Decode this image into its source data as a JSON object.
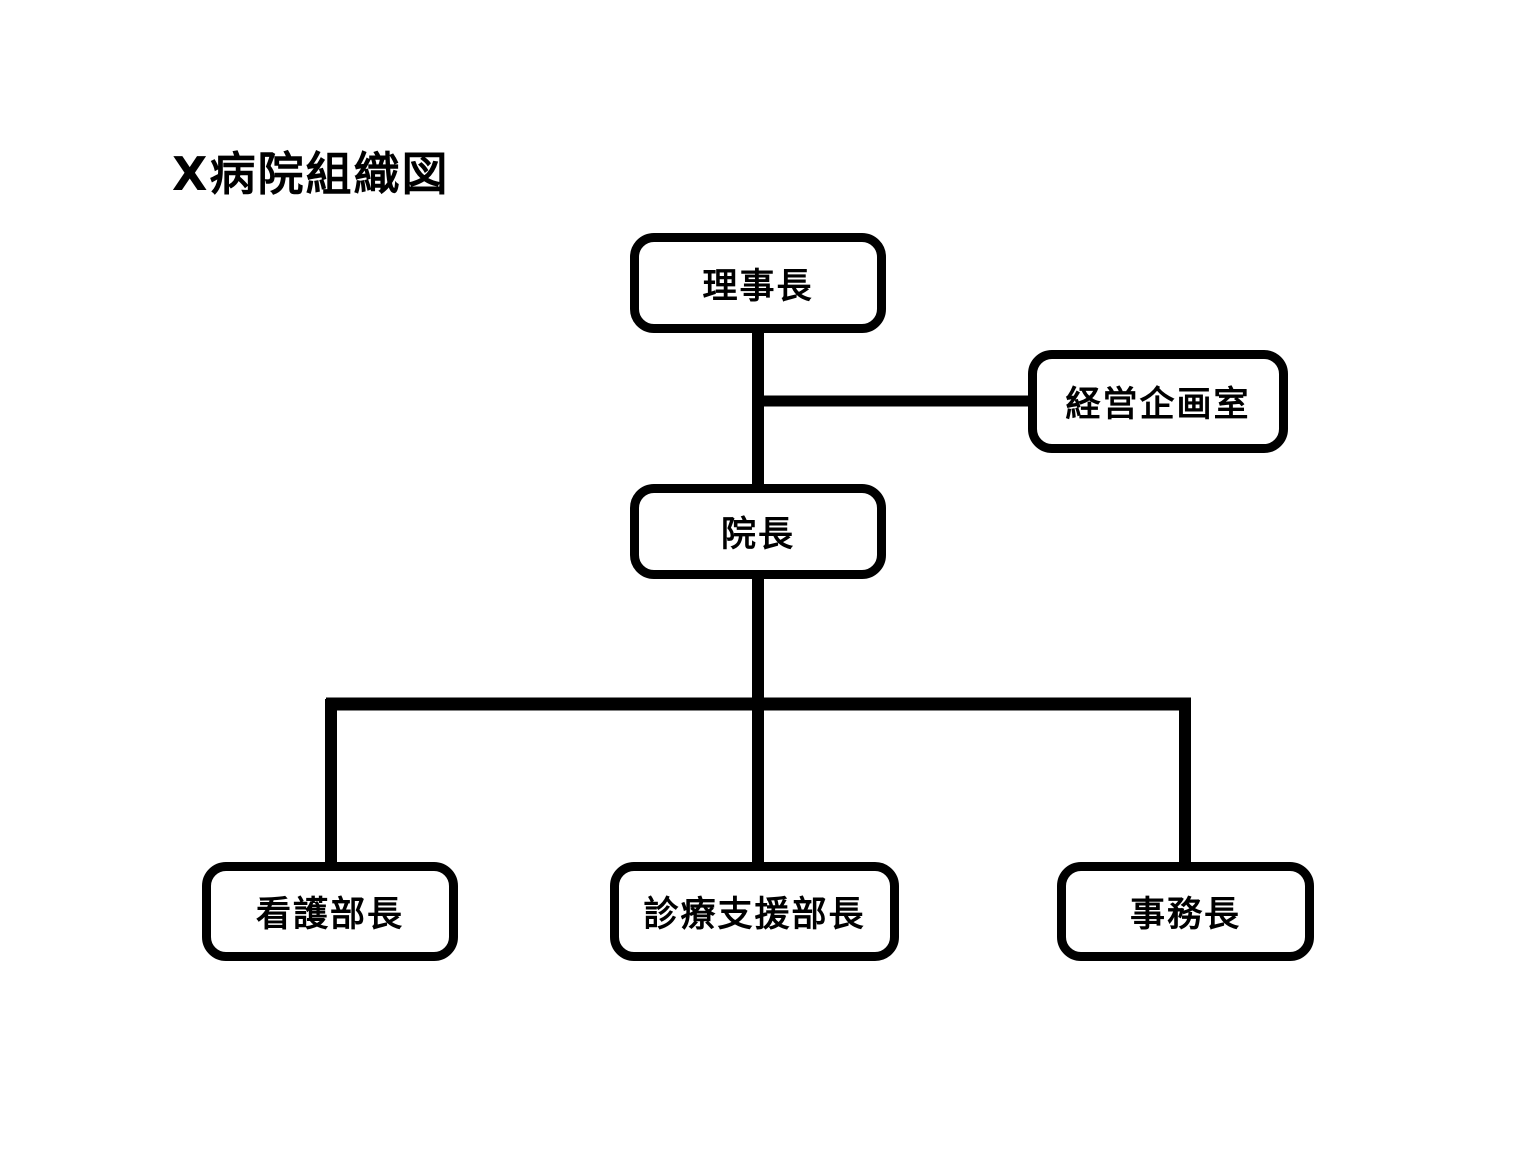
{
  "title": "X病院組織図",
  "colors": {
    "background": "#ffffff",
    "line": "#000000",
    "box_border": "#000000",
    "text": "#000000"
  },
  "nodes": {
    "chairman": {
      "label": "理事長"
    },
    "planning_office": {
      "label": "経営企画室"
    },
    "hospital_director": {
      "label": "院長"
    },
    "nursing_director": {
      "label": "看護部長"
    },
    "medical_support_director": {
      "label": "診療支援部長"
    },
    "administrative_director": {
      "label": "事務長"
    }
  },
  "edges": [
    {
      "from": "chairman",
      "to": "hospital_director",
      "type": "vertical"
    },
    {
      "from": "chairman",
      "to": "planning_office",
      "type": "side-branch"
    },
    {
      "from": "hospital_director",
      "to": "nursing_director",
      "type": "elbow"
    },
    {
      "from": "hospital_director",
      "to": "medical_support_director",
      "type": "vertical"
    },
    {
      "from": "hospital_director",
      "to": "administrative_director",
      "type": "elbow"
    }
  ]
}
